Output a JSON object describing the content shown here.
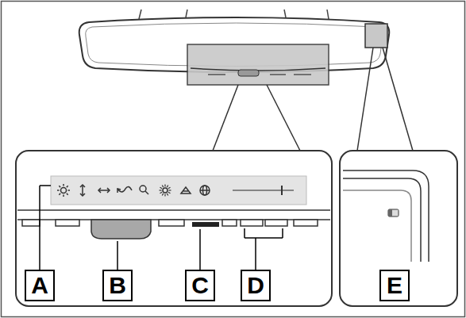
{
  "diagram": {
    "labels": [
      "A",
      "B",
      "C",
      "D",
      "E"
    ]
  }
}
